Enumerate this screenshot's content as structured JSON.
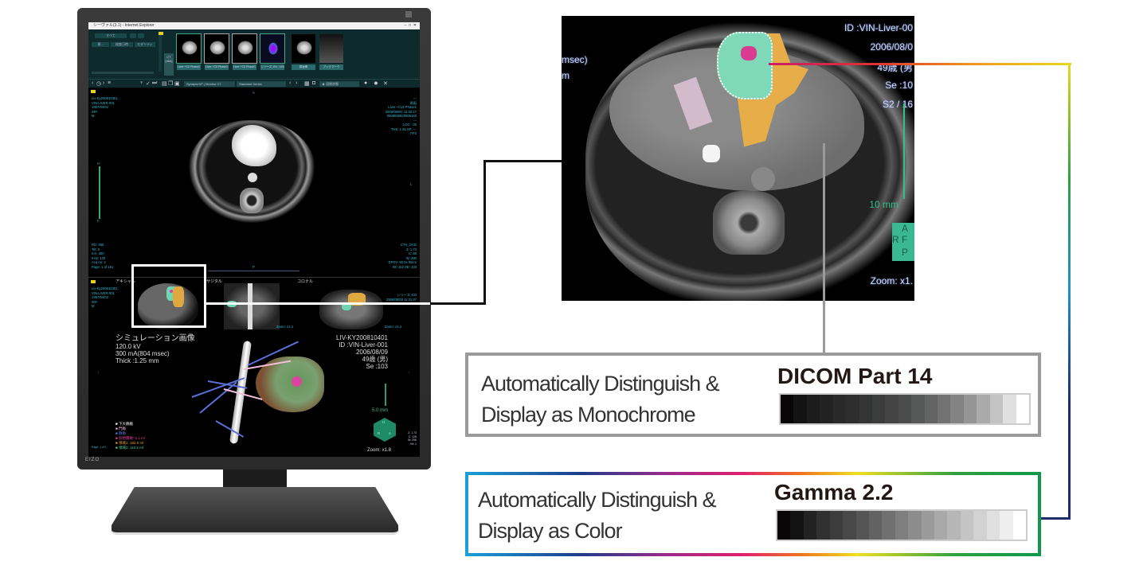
{
  "monitor": {
    "brand": "EIZO",
    "window_title": "シーヴァル(3.1) - Internet Explorer",
    "window_controls": [
      "–",
      "□",
      "✕"
    ],
    "left_panel": {
      "filter_select": "すべて",
      "columns": [
        "患...",
        "検査日時",
        "モダリティ"
      ],
      "study_badge": {
        "modality": "CT",
        "date": "2006/08/09",
        "count": "[464]"
      }
    },
    "thumbnails": [
      {
        "label": "Liver +C0 Phase1",
        "count": "151"
      },
      {
        "label": "Liver +C0 Phase1",
        "count": "151"
      },
      {
        "label": "Liver +C0 Phase1",
        "count": "151"
      },
      {
        "label": "シリーズ 104 : 104",
        "count": "1"
      },
      {
        "label": "原画像",
        "count": "103"
      },
      {
        "label": "ブックマーク",
        "count": "0"
      }
    ],
    "toolbar": {
      "layout_select": "SynapseVP | Monitor CT",
      "series_select": "Standard Series",
      "preset_select": "★ 初期状態",
      "icons": [
        "back-icon",
        "history-icon",
        "forward-icon",
        "menu-icon",
        "mic-icon",
        "check-icon",
        "skip-icon",
        "report-icon",
        "copy-icon",
        "save-icon",
        "prev-icon",
        "next-icon",
        "grid-icon",
        "camera-icon",
        "comment-icon",
        "gear-icon",
        "close-icon"
      ]
    },
    "main_viewport": {
      "orientation_top": "A",
      "orientation_bottom": "P",
      "orientation_right": "L",
      "patient": [
        "Liv-Ky200810401,",
        "VIN-LIVER-001",
        "1957/04/02",
        "49Y",
        "M"
      ],
      "study": [
        "---",
        "原画",
        "Liver +C13 Phase1",
        "2006/08/09, 11:32:17",
        "0608090820006183",
        "---",
        "LOC: -35",
        "THK: 1.25 SP: ---",
        "FFS"
      ],
      "acq": [
        "RD: 350",
        "Tilt: 0",
        "mA: 300",
        "KVp: 120",
        "Acq no: 2",
        "Page: 1 of 161"
      ],
      "display": [
        "CTH_OCD",
        "Z: 1.73",
        "C: 80",
        "W: 280",
        "DFOV: 60.0x 35cm",
        "IM: 162 SE: 103"
      ],
      "scale_top": "H",
      "scale_bottom": "F"
    },
    "mpr_viewports": [
      {
        "title": "アキシャル"
      },
      {
        "title": "サジタル",
        "zoom": "Zoom: x1.4"
      },
      {
        "title": "コロナル",
        "zoom": "Zoom: x1.4",
        "series": "シリーズ 104",
        "datetime": "2006/08/09 11:31:47"
      }
    ],
    "render_viewport": {
      "title": "シミュレーション画像",
      "kv": "120.0 kV",
      "ma": "300 mA(804 msec)",
      "thick": "Thick :1.25 mm",
      "patient_id": "LIV-KY200810401",
      "id": "ID :VIN-Liver-001",
      "date": "2006/08/09",
      "age_sex": "49歳 (男)",
      "series": "Se :103",
      "scale": "5.0 mm",
      "cube": {
        "top": "H",
        "left": "R",
        "right": "A"
      },
      "zoom": "Zoom: x1.8",
      "params": [
        "Z: 1.73",
        "C: 128",
        "W: 256",
        "IM: 1"
      ],
      "page": "Page: 1 of 1",
      "legend": [
        {
          "label": "下大静脈",
          "color": "#ffffff"
        },
        {
          "label": "門脈",
          "color": "#f0b8d8"
        },
        {
          "label": "静脈",
          "color": "#6078e0"
        },
        {
          "label": "仮想腫瘍: 0.1 ml",
          "color": "#e040a0"
        },
        {
          "label": "領域1: 182.0 ml",
          "color": "#e8a030"
        },
        {
          "label": "領域2: 110.5 ml",
          "color": "#50d0a0"
        }
      ]
    }
  },
  "zoom_panel": {
    "left_text": [
      "msec)",
      "m"
    ],
    "id": "ID :VIN-Liver-00",
    "date": "2006/08/0",
    "age": "49歳 (男",
    "series": "Se :10",
    "slice": "S2 / 16",
    "scale": "10 mm",
    "orient": {
      "top": "A",
      "left": "R",
      "mid": "F",
      "bottom": "P"
    },
    "zoom": "Zoom: x1."
  },
  "callouts": {
    "monochrome": {
      "line1": "Automatically Distinguish &",
      "line2": "Display as Monochrome",
      "title": "DICOM Part 14",
      "ramp": [
        "#080606",
        "#131313",
        "#1c1c1c",
        "#222222",
        "#292929",
        "#2e2e2e",
        "#353535",
        "#3b3d3d",
        "#444444",
        "#4c4c4c",
        "#565858",
        "#636363",
        "#727272",
        "#838383",
        "#959595",
        "#aaaaaa",
        "#c3c3c3",
        "#e0e0e0",
        "#ffffff"
      ],
      "border_color": "#9a9a9a"
    },
    "color": {
      "line1": "Automatically Distinguish &",
      "line2": "Display as Color",
      "title": "Gamma 2.2",
      "ramp": [
        "#080606",
        "#131313",
        "#222222",
        "#303030",
        "#3c3c3c",
        "#484848",
        "#555555",
        "#626262",
        "#707070",
        "#7e7e7e",
        "#8c8c8c",
        "#9a9a9a",
        "#a8a8a8",
        "#b6b6b6",
        "#c4c4c4",
        "#d2d2d2",
        "#e0e0e0",
        "#eeeeee",
        "#ffffff"
      ]
    }
  }
}
